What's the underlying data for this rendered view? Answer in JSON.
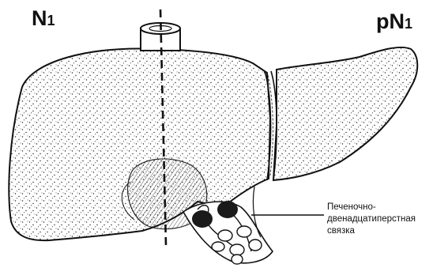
{
  "labels": {
    "n1": {
      "main": "N",
      "sub": "1"
    },
    "pn1": {
      "main": "pN",
      "sub": "1"
    }
  },
  "callout": {
    "lines": [
      "Печеночно-",
      "двенадцатиперстная",
      "связка"
    ]
  }
}
